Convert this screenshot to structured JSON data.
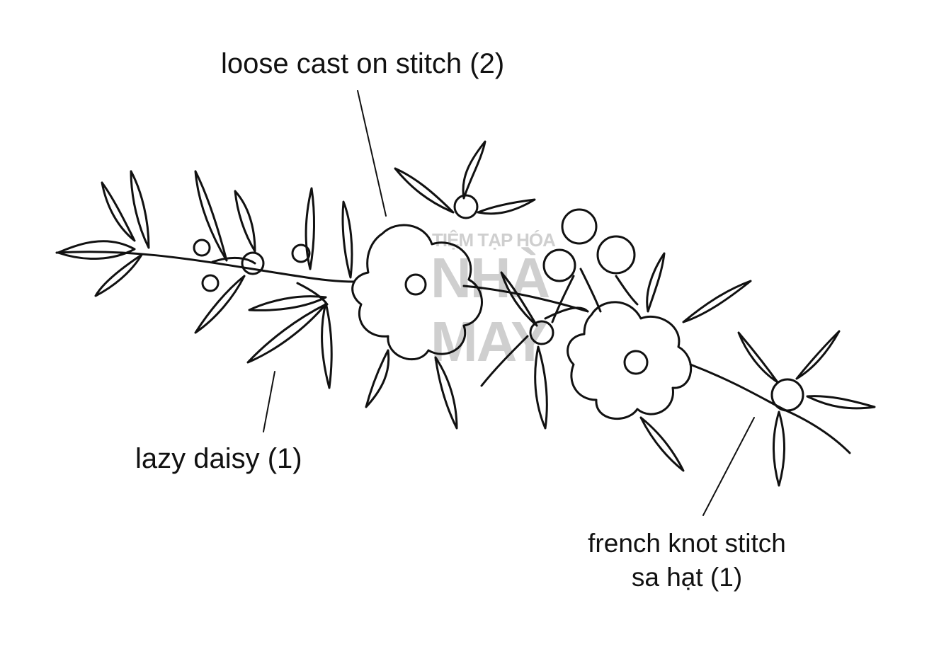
{
  "labels": {
    "loose_cast_on": "loose cast on stitch (2)",
    "lazy_daisy": "lazy daisy (1)",
    "french_knot_line1": "french knot stitch",
    "french_knot_line2": "sa hạt (1)"
  },
  "watermark": {
    "top": "TIỆM TẠP HÓA",
    "line1": "NHÀ",
    "line2": "MAY"
  },
  "colors": {
    "stroke": "#111111",
    "watermark": "#cfcfcf",
    "background": "#ffffff"
  }
}
